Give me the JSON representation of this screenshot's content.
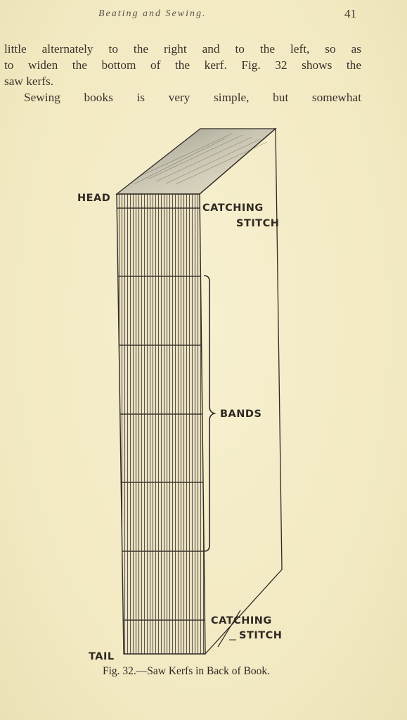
{
  "running_head": "Beating and Sewing.",
  "page_number": "41",
  "body_lines": [
    "little alternately to the right and to the left, so as",
    "to widen the bottom of the kerf.  Fig. 32 shows the",
    "saw kerfs.",
    "Sewing books is very simple, but somewhat"
  ],
  "figure": {
    "labels": {
      "head": "HEAD",
      "tail": "TAIL",
      "catching_stitch_top_1": "CATCHING",
      "catching_stitch_top_2": "STITCH",
      "bands": "BANDS",
      "catching_stitch_bottom_1": "CATCHING",
      "catching_stitch_bottom_2": "STITCH"
    },
    "caption": "Fig. 32.—Saw Kerfs in Back of Book."
  }
}
